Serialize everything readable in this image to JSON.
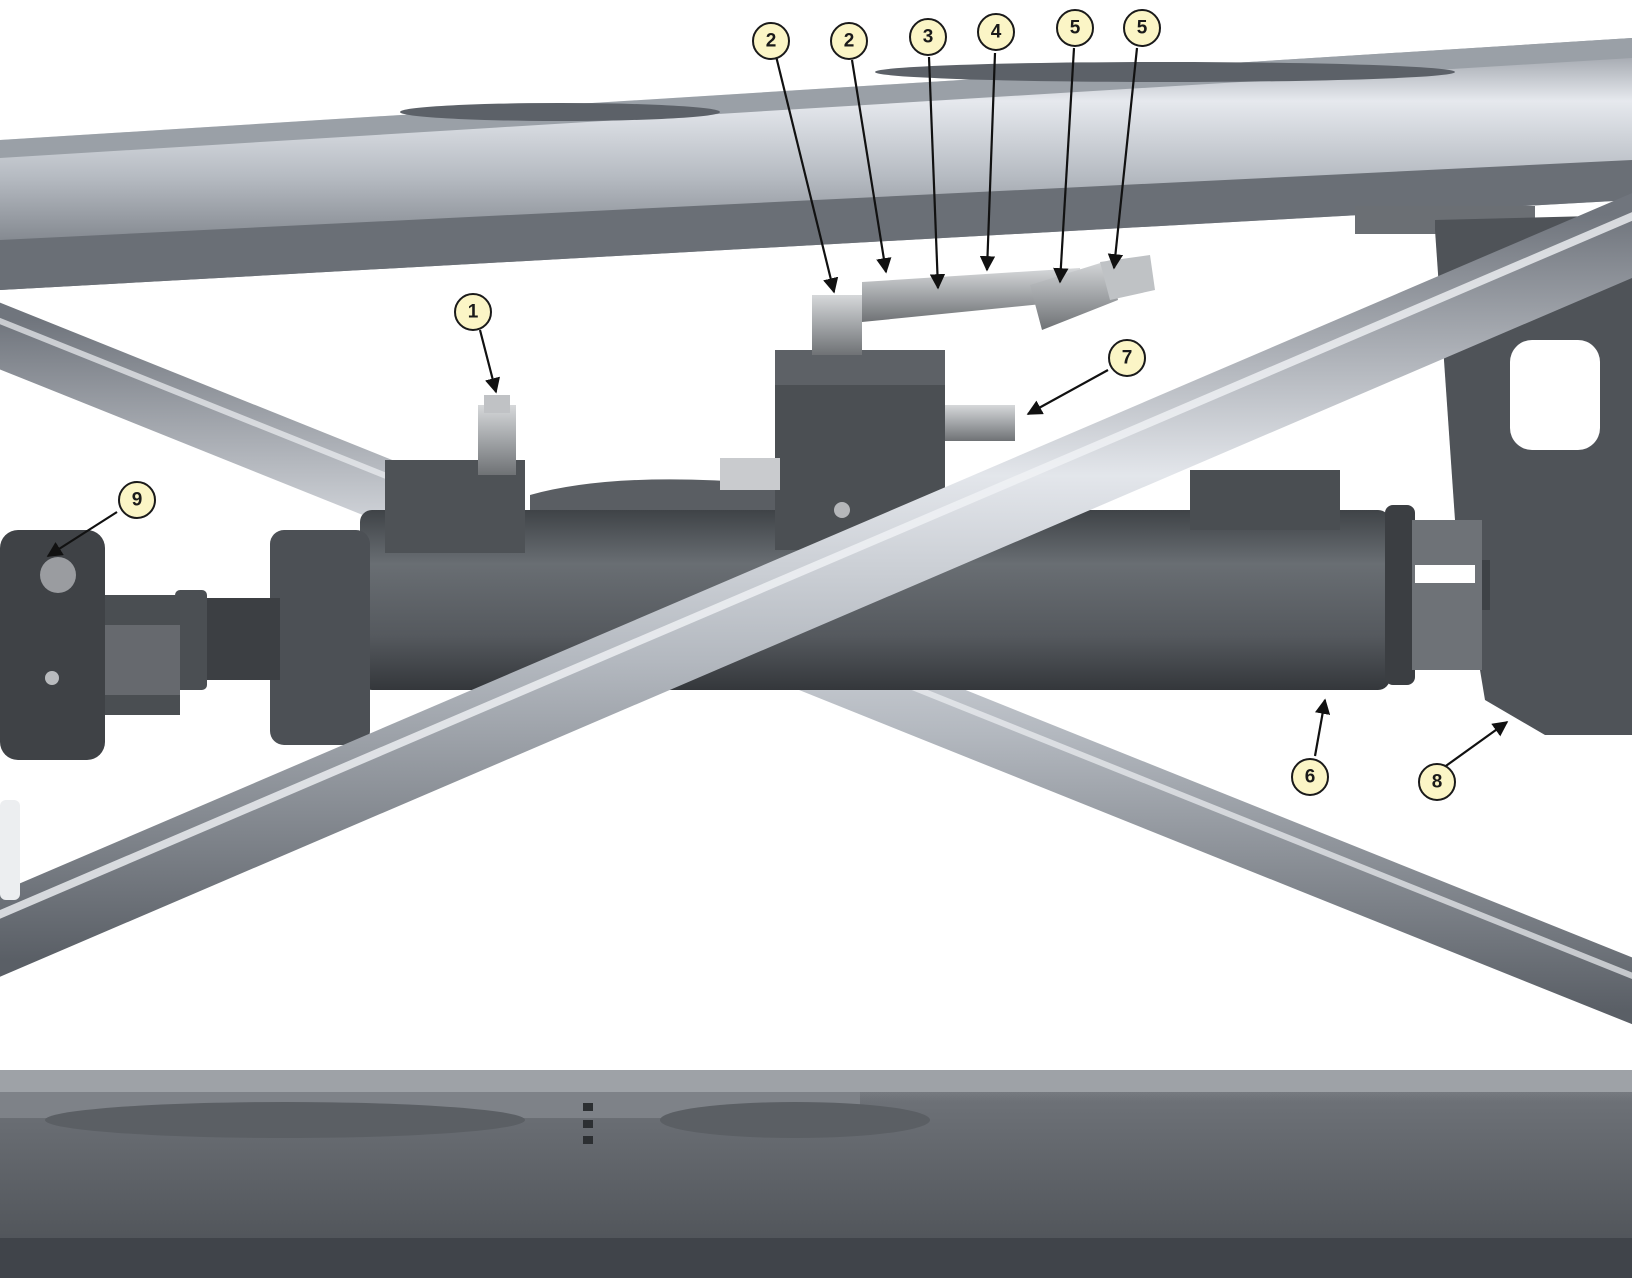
{
  "callouts": [
    {
      "id": "c2a",
      "label": "2"
    },
    {
      "id": "c2b",
      "label": "2"
    },
    {
      "id": "c3",
      "label": "3"
    },
    {
      "id": "c4",
      "label": "4"
    },
    {
      "id": "c5a",
      "label": "5"
    },
    {
      "id": "c5b",
      "label": "5"
    },
    {
      "id": "c1",
      "label": "1"
    },
    {
      "id": "c7",
      "label": "7"
    },
    {
      "id": "c9",
      "label": "9"
    },
    {
      "id": "c6",
      "label": "6"
    },
    {
      "id": "c8",
      "label": "8"
    }
  ],
  "colors": {
    "callout_fill": "#fbf5c6",
    "frame_steel": "#b7bcc3",
    "cylinder_gray": "#55595d",
    "background": "#ffffff"
  }
}
